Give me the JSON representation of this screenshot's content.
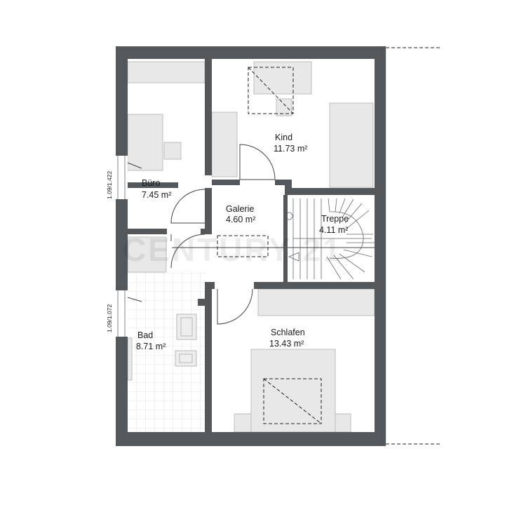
{
  "rooms": {
    "buero": {
      "name": "Büro",
      "area": "7.45 m²"
    },
    "kind": {
      "name": "Kind",
      "area": "11.73 m²"
    },
    "galerie": {
      "name": "Galerie",
      "area": "4.60 m²"
    },
    "treppe": {
      "name": "Treppe",
      "area": "4.11 m²"
    },
    "bad": {
      "name": "Bad",
      "area": "8.71 m²"
    },
    "schlafen": {
      "name": "Schlafen",
      "area": "13.43 m²"
    }
  },
  "windows": {
    "upper_left": "1.09/1.422",
    "lower_left": "1.09/1.072"
  },
  "colors": {
    "wall": "#55585b",
    "furniture": "#e8e8e8",
    "tile_grid": "#dcdcdc"
  }
}
